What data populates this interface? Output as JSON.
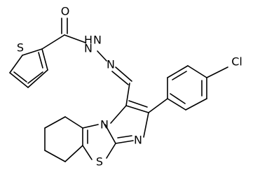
{
  "diagram": {
    "type": "chemical-structure",
    "colors": {
      "bond": "#000000",
      "label": "#000000",
      "background": "#ffffff"
    },
    "atoms": {
      "carbonyl_oxygen": "O",
      "thiophene_sulfur": "S",
      "hydrazide_nh": "H",
      "hydrazide_n_lower": "N",
      "hydrazide_n_upper": "N",
      "imine_n": "N",
      "ring_n_imidazole": "N",
      "ring_n_fused": "N",
      "thiazole_sulfur": "S",
      "chlorine": "Cl"
    }
  }
}
